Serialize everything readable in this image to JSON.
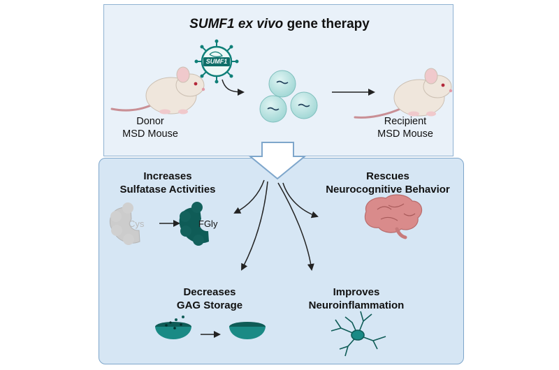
{
  "title": {
    "italic": "SUMF1 ex vivo",
    "rest": "gene therapy"
  },
  "virus_label": "SUMF1",
  "donor": {
    "line1": "Donor",
    "line2": "MSD Mouse"
  },
  "recipient": {
    "line1": "Recipient",
    "line2": "MSD Mouse"
  },
  "outcomes": {
    "sulfatase": {
      "line1": "Increases",
      "line2": "Sulfatase Activities"
    },
    "neuro": {
      "line1": "Rescues",
      "line2": "Neurocognitive Behavior"
    },
    "gag": {
      "line1": "Decreases",
      "line2": "GAG Storage"
    },
    "inflammation": {
      "line1": "Improves",
      "line2": "Neuroinflammation"
    }
  },
  "enzyme": {
    "before": "Cys",
    "after": "FGly"
  },
  "colors": {
    "top_panel": "#e9f1f9",
    "bottom_panel": "#d6e6f4",
    "teal": "#0f5c57",
    "cell": "#a8dede",
    "mouse": "#efe6dc",
    "brain": "#d98b8b"
  }
}
